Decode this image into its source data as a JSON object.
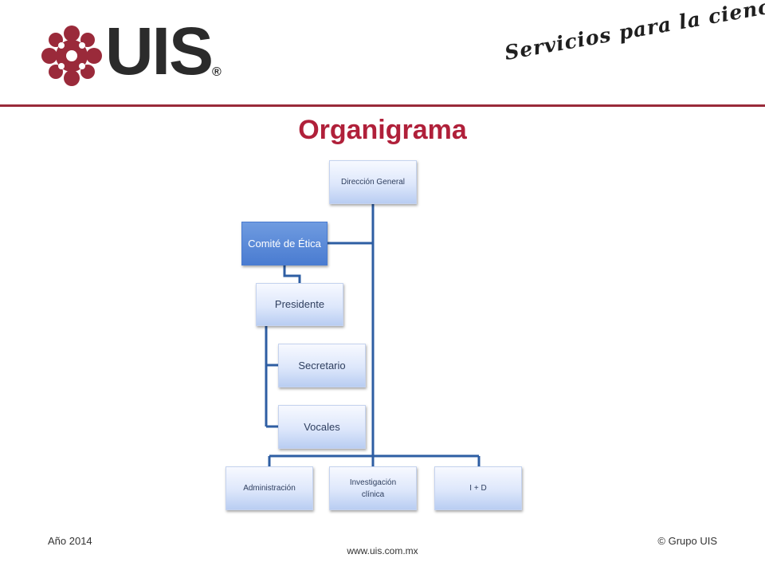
{
  "header": {
    "logo_text": "UIS",
    "logo_registered": "®",
    "slogan": "Servicios para la ciencia®",
    "brand_color": "#9a2a3a"
  },
  "title": "Organigrama",
  "org_chart": {
    "root": "Dirección General",
    "assistant": "Comité de Ética",
    "committee": {
      "head": "Presidente",
      "members": [
        "Secretario",
        "Vocales"
      ]
    },
    "departments": [
      "Administración",
      "Investigación clínica",
      "I + D"
    ],
    "node_color": "#dde7fb",
    "highlight_color": "#4a7cd1",
    "connector_color": "#2e5ea3"
  },
  "footer": {
    "year": "Año 2014",
    "copyright": "© Grupo UIS",
    "website": "www.uis.com.mx"
  }
}
